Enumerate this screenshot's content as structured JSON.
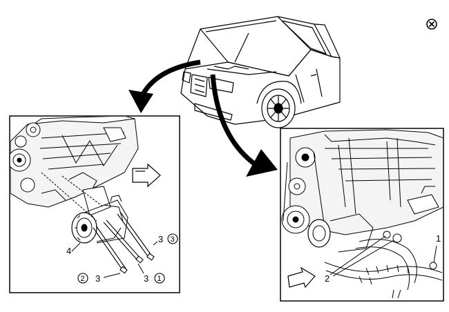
{
  "figure": {
    "callouts": {
      "left_panel": {
        "label_4": "4",
        "label_3_top": "3",
        "circled_3": "3",
        "label_3_bottom_left": "3",
        "circled_2": "2",
        "label_3_bottom_right": "3",
        "circled_1": "1"
      },
      "right_panel": {
        "label_2": "2",
        "label_1": "1"
      }
    },
    "icons": {
      "close": "close-icon",
      "direction_arrow": "direction-arrow-icon"
    }
  }
}
